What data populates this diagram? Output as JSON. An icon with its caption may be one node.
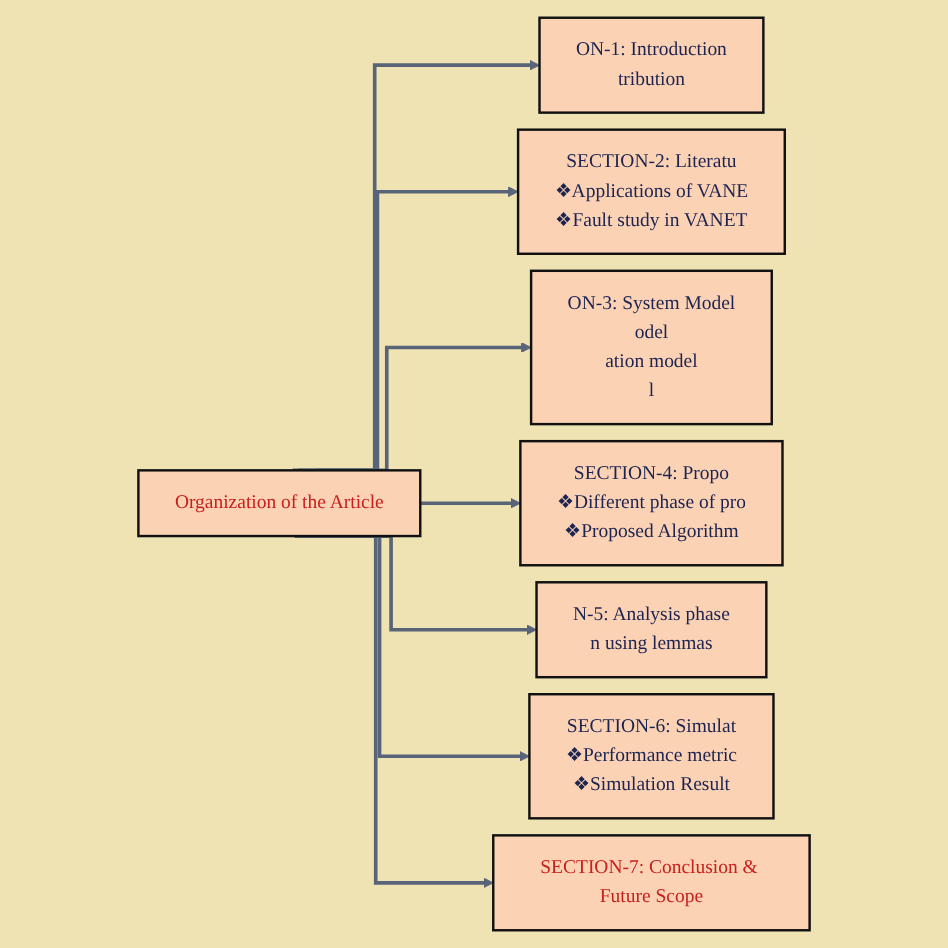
{
  "diagram": {
    "nodes": [
      {
        "text": [
          "Organization of the Article"
        ]
      },
      {
        "text": [
          "ON-1: Introduction",
          "tribution"
        ]
      },
      {
        "text": [
          "SECTION-2: Literatu",
          "❖Applications of VANE",
          "❖Fault study in VANET"
        ]
      },
      {
        "text": [
          "ON-3: System Model",
          "odel",
          "ation model",
          "l"
        ]
      },
      {
        "text": [
          "SECTION-4: Propo",
          "❖Different phase of pro",
          "❖Proposed Algorithm"
        ]
      },
      {
        "text": [
          "N-5: Analysis phase",
          "n using lemmas"
        ]
      },
      {
        "text": [
          "SECTION-6: Simulat",
          "❖Performance metric",
          "❖Simulation Result"
        ]
      },
      {
        "text": [
          "SECTION-7: Conclusion & Future Scope"
        ]
      }
    ],
    "edges": [
      {
        "from": 0,
        "to": 1,
        "arrow": "to"
      },
      {
        "from": 0,
        "to": 2,
        "arrow": "to"
      },
      {
        "from": 0,
        "to": 3,
        "arrow": "to"
      },
      {
        "from": 0,
        "to": 4,
        "arrow": "to"
      },
      {
        "from": 0,
        "to": 5,
        "arrow": "to"
      },
      {
        "from": 0,
        "to": 6,
        "arrow": "to"
      },
      {
        "from": 0,
        "to": 7,
        "arrow": "to"
      }
    ]
  }
}
